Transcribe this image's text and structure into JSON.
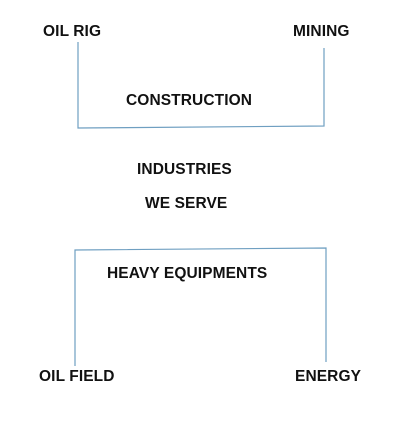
{
  "diagram": {
    "corners": {
      "top_left": "OIL RIG",
      "top_right": "MINING",
      "bottom_left": "OIL FIELD",
      "bottom_right": "ENERGY"
    },
    "top_bracket_label": "CONSTRUCTION",
    "center": {
      "line1": "INDUSTRIES",
      "line2": "WE SERVE"
    },
    "bottom_bracket_label": "HEAVY EQUIPMENTS",
    "colors": {
      "connector": "#6f9fc1",
      "text": "#111111",
      "background": "#ffffff"
    }
  }
}
